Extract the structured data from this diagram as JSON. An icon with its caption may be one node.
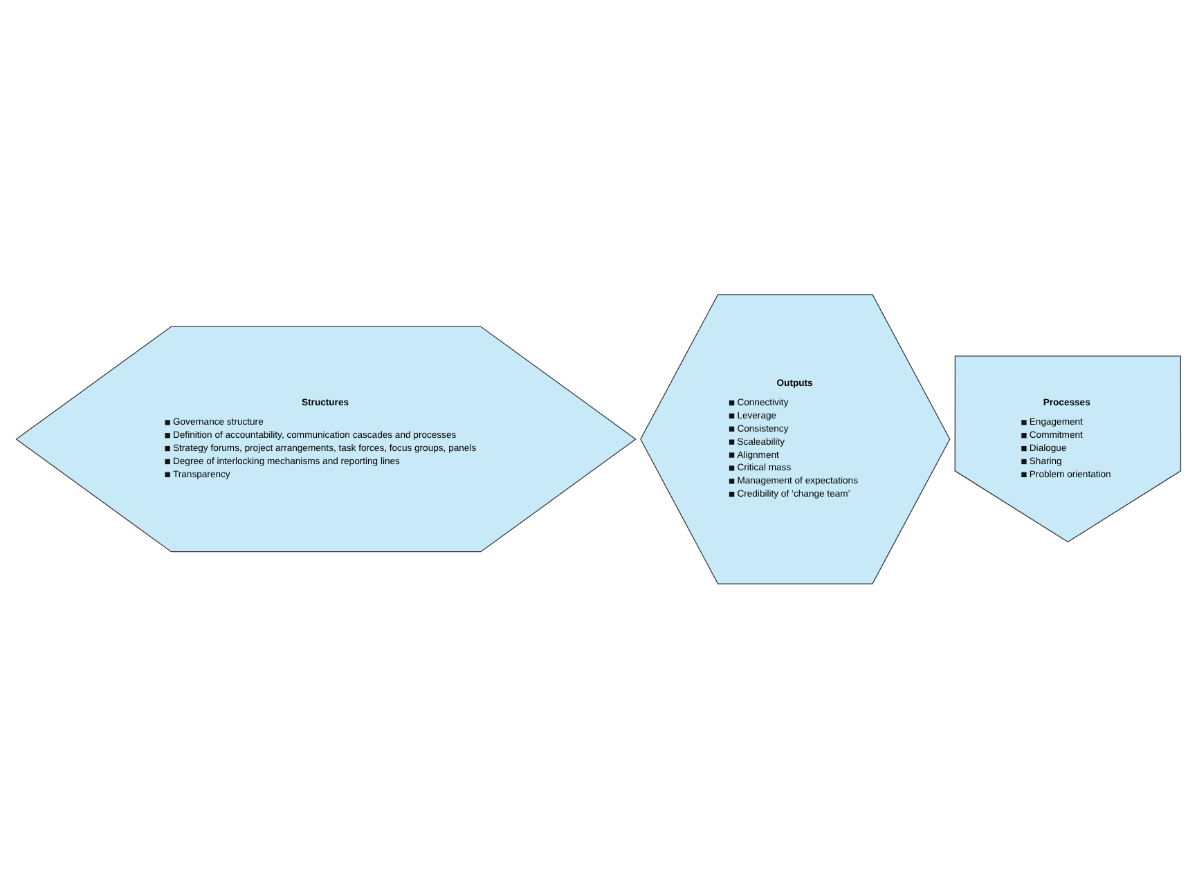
{
  "diagram": {
    "nodes": [
      {
        "text": [
          "Structures",
          "Governance structure",
          "Definition of accountability, communication cascades and processes",
          "Strategy forums, project arrangements, task forces, focus groups, panels",
          "Degree of interlocking mechanisms and reporting lines",
          "Transparency"
        ]
      },
      {
        "text": [
          "Outputs",
          "Connectivity",
          "Leverage",
          "Consistency",
          "Scaleability",
          "Alignment",
          "Critical mass",
          "Management of expectations",
          "Credibility of ‘change team’"
        ]
      },
      {
        "text": [
          "Processes",
          "Engagement",
          "Commitment",
          "Dialogue",
          "Sharing",
          "Problem orientation"
        ]
      }
    ],
    "edges": []
  }
}
